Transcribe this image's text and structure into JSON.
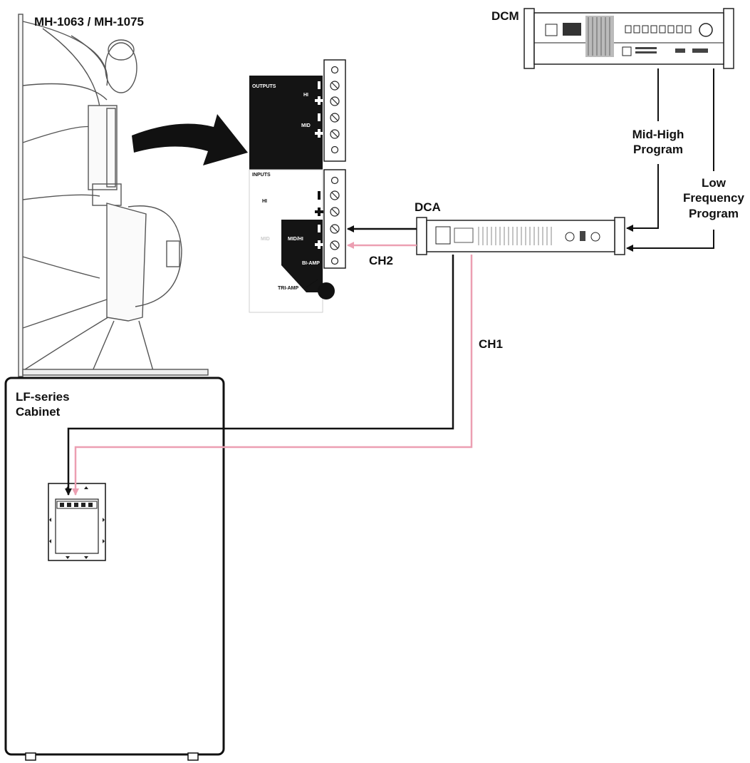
{
  "labels": {
    "speaker_model": "MH-1063 / MH-1075",
    "dcm": "DCM",
    "dca": "DCA",
    "mid_high_line1": "Mid-High",
    "mid_high_line2": "Program",
    "low_freq_line1": "Low",
    "low_freq_line2": "Frequency",
    "low_freq_line3": "Program",
    "ch2": "CH2",
    "ch1": "CH1",
    "cabinet_line1": "LF-series",
    "cabinet_line2": "Cabinet"
  },
  "panel": {
    "outputs": "OUTPUTS",
    "out_hi": "HI",
    "out_mid": "MID",
    "inputs": "INPUTS",
    "in_hi": "HI",
    "in_mid_faint": "MID",
    "mid_hi": "MID/HI",
    "bi_amp": "BI-AMP",
    "tri_amp": "TRI-AMP"
  },
  "colors": {
    "wire_black": "#111111",
    "wire_pink": "#ec9fb2"
  }
}
